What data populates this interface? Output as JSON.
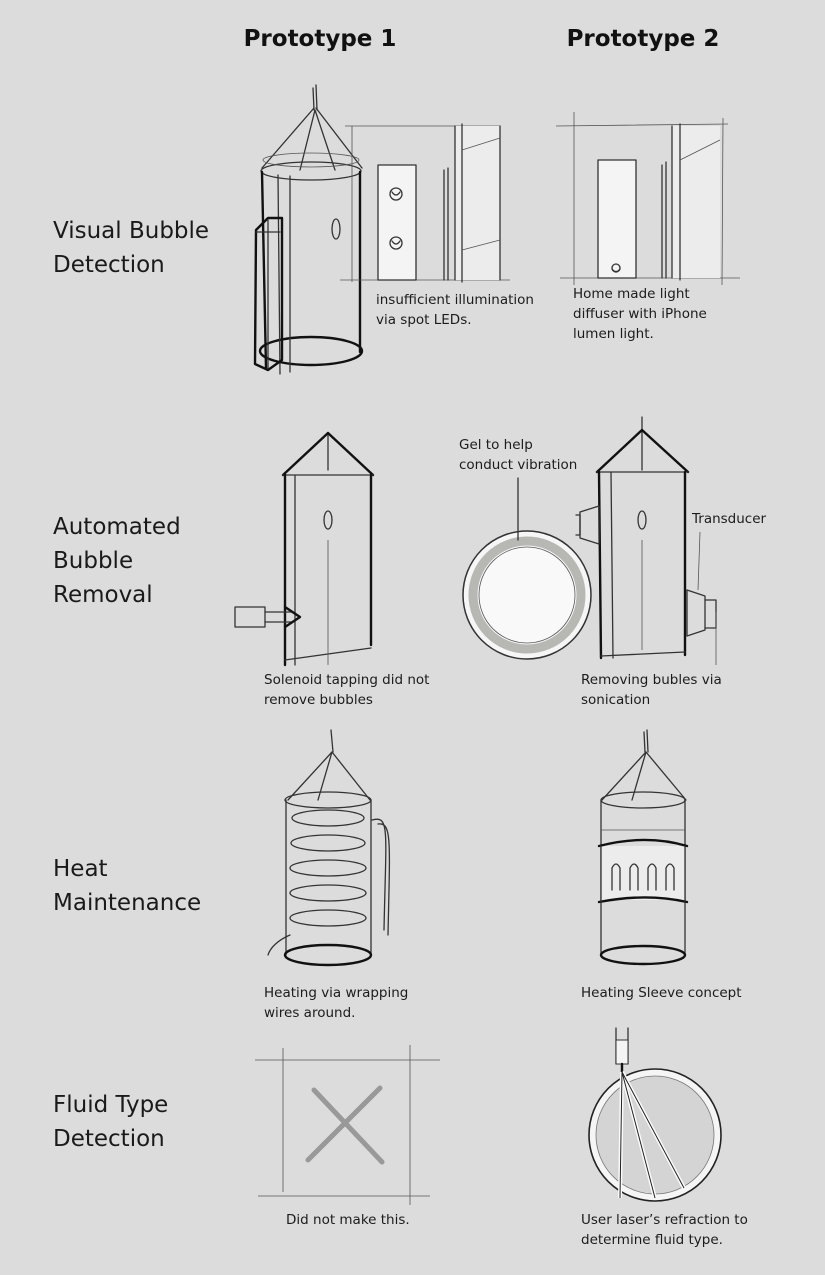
{
  "columns": {
    "p1": "Prototype 1",
    "p2": "Prototype 2"
  },
  "rows": {
    "visual": {
      "label_line1": "Visual Bubble",
      "label_line2": "Detection"
    },
    "removal": {
      "label_line1": "Automated",
      "label_line2": "Bubble",
      "label_line3": "Removal"
    },
    "heat": {
      "label_line1": "Heat",
      "label_line2": "Maintenance"
    },
    "fluid": {
      "label_line1": "Fluid Type",
      "label_line2": "Detection"
    }
  },
  "notes": {
    "visual_p1": {
      "line1": "insufficient illumination",
      "line2": "via spot LEDs."
    },
    "visual_p2": {
      "line1": "Home made light",
      "line2": "diffuser with iPhone",
      "line3": "lumen light."
    },
    "removal_gel": {
      "line1": "Gel to help",
      "line2": "conduct vibration"
    },
    "removal_transducer": {
      "line1": "Transducer"
    },
    "removal_p1": {
      "line1": "Solenoid tapping did not",
      "line2": "remove bubbles"
    },
    "removal_p2": {
      "line1": "Removing bubles via",
      "line2": "sonication"
    },
    "heat_p1": {
      "line1": "Heating via wrapping",
      "line2": "wires around."
    },
    "heat_p2": {
      "line1": "Heating Sleeve concept"
    },
    "fluid_p1": {
      "line1": "Did not make this."
    },
    "fluid_p2": {
      "line1": "User laser’s refraction to",
      "line2": "determine fluid type."
    }
  }
}
